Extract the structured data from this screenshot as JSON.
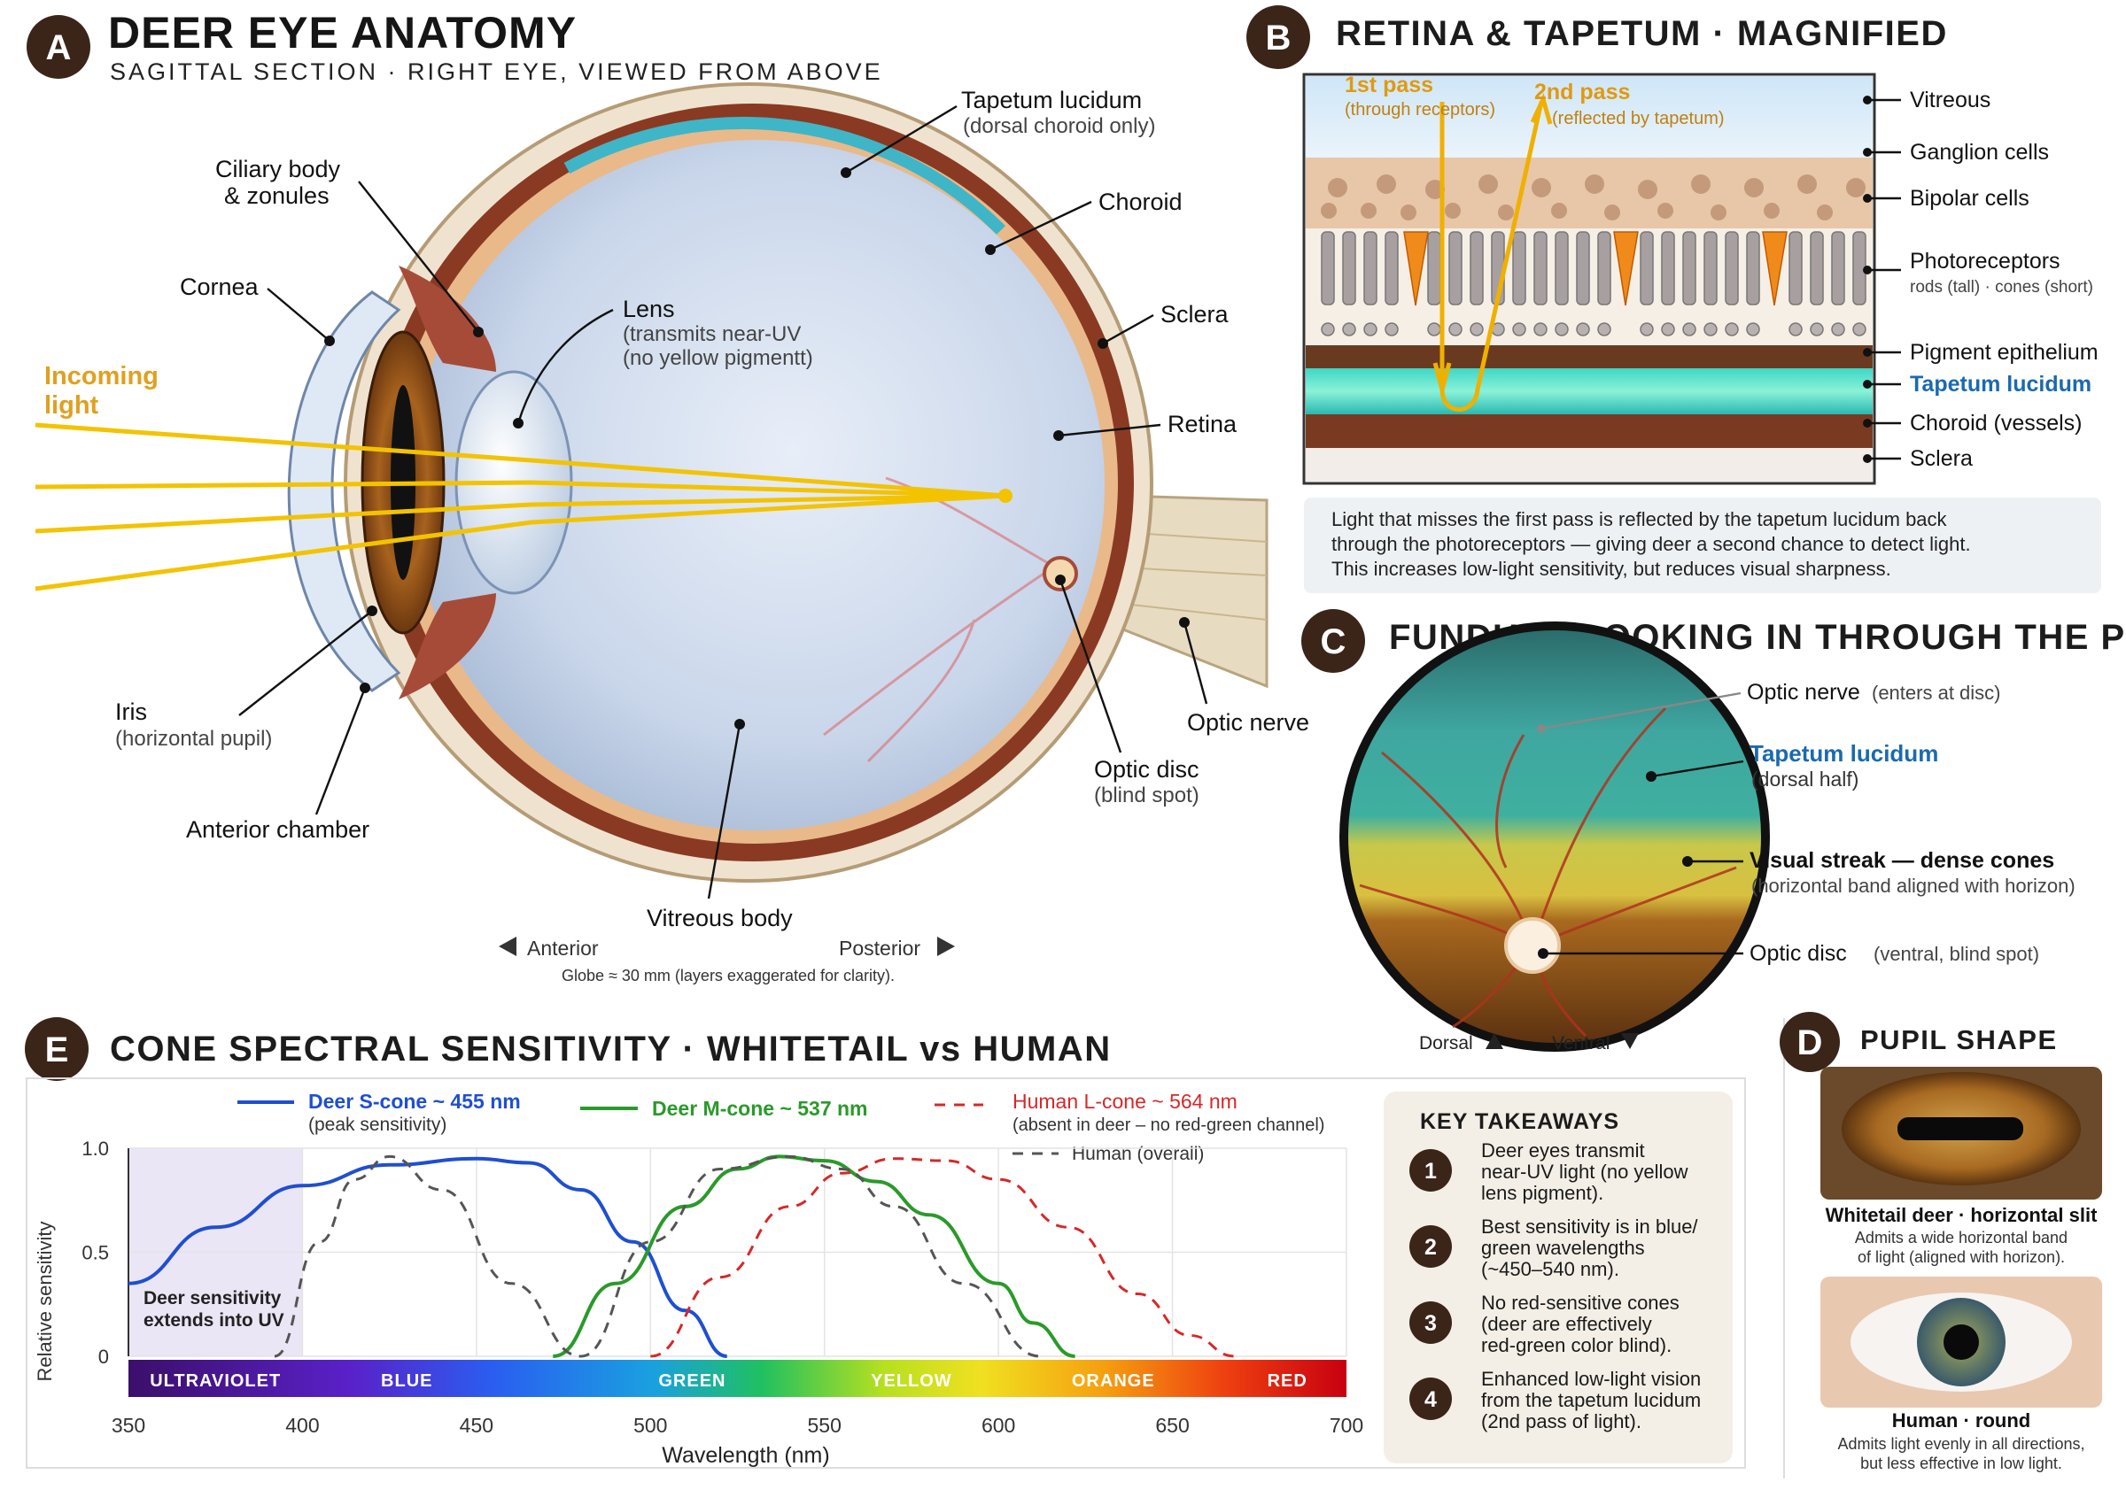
{
  "panelA": {
    "badge": "A",
    "title": "DEER EYE ANATOMY",
    "subtitle": "SAGITTAL SECTION · RIGHT EYE, VIEWED FROM ABOVE",
    "labels": {
      "tapetum": "Tapetum lucidum",
      "tapetum_sub": "(dorsal choroid only)",
      "ciliary": "Ciliary body",
      "ciliary2": "& zonules",
      "choroid": "Choroid",
      "cornea": "Cornea",
      "sclera": "Sclera",
      "lens": "Lens",
      "lens_sub1": "(transmits near-UV",
      "lens_sub2": "(no yellow pigmentt)",
      "incoming1": "Incoming",
      "incoming2": "light",
      "retina": "Retina",
      "iris": "Iris",
      "iris_sub": "(horizontal pupil)",
      "optic_nerve": "Optic nerve",
      "optic_disc": "Optic disc",
      "optic_disc_sub": "(blind spot)",
      "anterior_chamber": "Anterior chamber",
      "vitreous_body": "Vitreous body",
      "anterior": "Anterior",
      "posterior": "Posterior",
      "scale_note": "Globe ≈ 30 mm (layers exaggerated for clarity)."
    }
  },
  "panelB": {
    "badge": "B",
    "title": "RETINA & TAPETUM · MAGNIFIED",
    "pass1": "1st pass",
    "pass1_sub": "(through receptors)",
    "pass2": "2nd pass",
    "pass2_sub": "(reflected by tapetum)",
    "layers": {
      "vitreous": "Vitreous",
      "ganglion": "Ganglion cells",
      "bipolar": "Bipolar cells",
      "photoreceptors": "Photoreceptors",
      "photoreceptors_sub": "rods (tall) · cones (short)",
      "pigment": "Pigment epithelium",
      "tapetum": "Tapetum lucidum",
      "choroid": "Choroid (vessels)",
      "sclera": "Sclera"
    },
    "note1": "Light that misses the first pass is reflected by the tapetum lucidum back",
    "note2": "through the photoreceptors — giving deer a second chance to detect light.",
    "note3": "This increases low-light sensitivity, but reduces visual sharpness."
  },
  "panelC": {
    "badge": "C",
    "title": "FUNDUS · LOOKING IN THROUGH THE PUPIL",
    "optic_nerve": "Optic nerve",
    "optic_nerve_sub": "(enters at disc)",
    "tapetum": "Tapetum lucidum",
    "tapetum_sub": "(dorsal half)",
    "streak": "Visual streak — dense cones",
    "streak_sub": "(horizontal band aligned with horizon)",
    "disc": "Optic disc",
    "disc_sub": "(ventral, blind spot)",
    "dorsal": "Dorsal",
    "ventral": "Ventral"
  },
  "panelD": {
    "badge": "D",
    "title": "PUPIL SHAPE",
    "deer_caption": "Whitetail deer · horizontal slit",
    "deer_sub1": "Admits a wide horizontal band",
    "deer_sub2": "of light (aligned with horizon).",
    "human_caption": "Human · round",
    "human_sub1": "Admits light evenly in all directions,",
    "human_sub2": "but less effective in low light."
  },
  "panelE": {
    "badge": "E",
    "title": "CONE SPECTRAL SENSITIVITY · WHITETAIL vs HUMAN",
    "uv_note1": "Deer sensitivity",
    "uv_note2": "extends into UV",
    "key_title": "KEY TAKEAWAYS",
    "takeaways": [
      {
        "num": "1",
        "lines": [
          "Deer eyes transmit",
          "near-UV light (no yellow",
          "lens pigment)."
        ]
      },
      {
        "num": "2",
        "lines": [
          "Best sensitivity is in blue/",
          "green wavelengths",
          "(~450–540 nm)."
        ]
      },
      {
        "num": "3",
        "lines": [
          "No red-sensitive cones",
          "(deer are effectively",
          "red-green color blind)."
        ]
      },
      {
        "num": "4",
        "lines": [
          "Enhanced low-light vision",
          "from the tapetum lucidum",
          "(2nd pass of light)."
        ]
      }
    ],
    "spectrum_labels": [
      "ULTRAVIOLET",
      "BLUE",
      "GREEN",
      "YELLOW",
      "ORANGE",
      "RED"
    ]
  },
  "chart_data": {
    "type": "line",
    "xlabel": "Wavelength (nm)",
    "ylabel": "Relative sensitivity",
    "xlim": [
      350,
      700
    ],
    "ylim": [
      0,
      1.0
    ],
    "x_ticks": [
      350,
      400,
      450,
      500,
      550,
      600,
      650,
      700
    ],
    "y_ticks": [
      0,
      0.5,
      1.0
    ],
    "y_tick_labels": [
      "0",
      "0.5",
      "1.0"
    ],
    "series": [
      {
        "name": "Deer S-cone ~ 455 nm",
        "sub": "(peak sensitivity)",
        "color": "#1f4fd1",
        "style": "solid",
        "x": [
          350,
          375,
          400,
          425,
          450,
          465,
          480,
          495,
          510,
          522
        ],
        "y": [
          0.35,
          0.62,
          0.82,
          0.92,
          0.95,
          0.93,
          0.8,
          0.55,
          0.22,
          0.0
        ]
      },
      {
        "name": "Deer M-cone ~ 537 nm",
        "color": "#2a9a2a",
        "style": "solid",
        "x": [
          472,
          490,
          510,
          525,
          537,
          550,
          565,
          580,
          600,
          610,
          622
        ],
        "y": [
          0.0,
          0.35,
          0.72,
          0.9,
          0.96,
          0.94,
          0.84,
          0.68,
          0.35,
          0.16,
          0.0
        ]
      },
      {
        "name": "Human L-cone ~ 564 nm",
        "sub": "(absent in deer – no red-green channel)",
        "color": "#d62828",
        "style": "dashed",
        "x": [
          500,
          520,
          540,
          555,
          570,
          585,
          600,
          620,
          640,
          655,
          668
        ],
        "y": [
          0.0,
          0.38,
          0.72,
          0.88,
          0.95,
          0.94,
          0.85,
          0.62,
          0.3,
          0.1,
          0.0
        ]
      },
      {
        "name": "Human (overall)",
        "color": "#555555",
        "style": "dashed",
        "x": [
          392,
          405,
          415,
          425,
          440,
          460,
          480,
          500,
          520,
          540,
          555,
          570,
          590,
          612
        ],
        "y": [
          0.0,
          0.55,
          0.85,
          0.96,
          0.8,
          0.35,
          0.0,
          0.55,
          0.9,
          0.96,
          0.9,
          0.72,
          0.35,
          0.0
        ]
      }
    ]
  }
}
